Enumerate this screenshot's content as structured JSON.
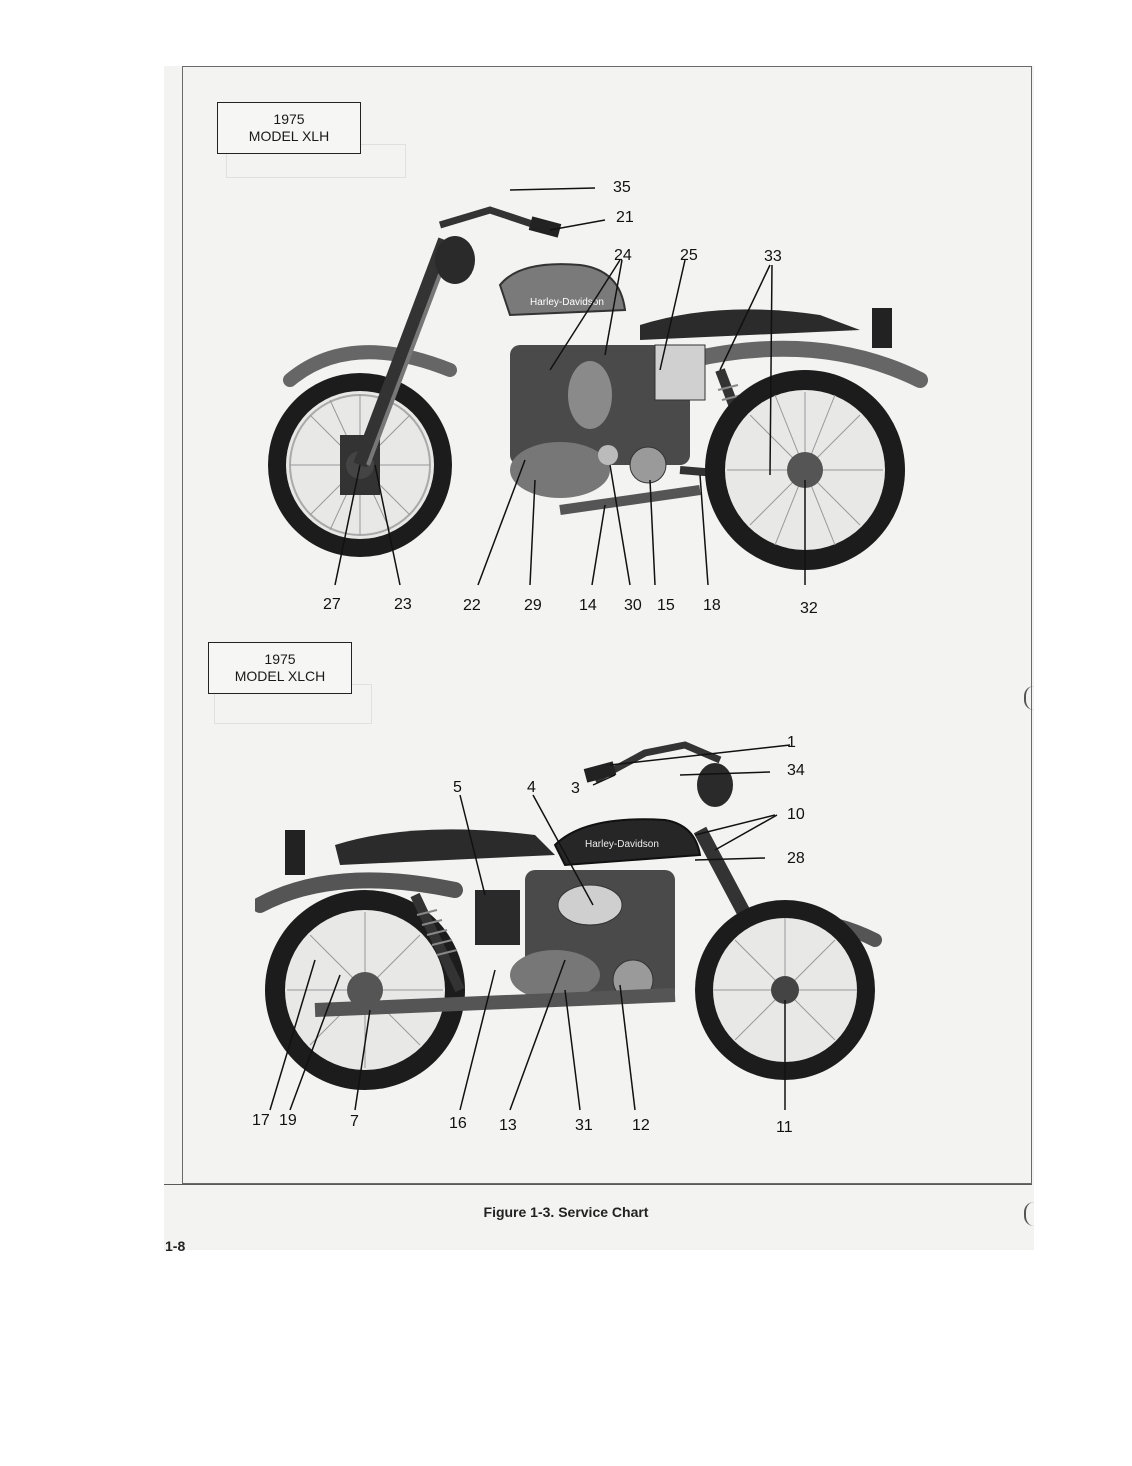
{
  "figure": {
    "caption": "Figure 1-3.  Service Chart",
    "page_number": "1-8"
  },
  "top_model": {
    "year": "1975",
    "name": "MODEL XLH",
    "callouts": {
      "c35": "35",
      "c21": "21",
      "c24": "24",
      "c25": "25",
      "c33": "33",
      "c27": "27",
      "c23": "23",
      "c22": "22",
      "c29": "29",
      "c14": "14",
      "c30": "30",
      "c15": "15",
      "c18": "18",
      "c32": "32"
    }
  },
  "bottom_model": {
    "year": "1975",
    "name": "MODEL XLCH",
    "callouts": {
      "c1": "1",
      "c34": "34",
      "c3": "3",
      "c5": "5",
      "c4": "4",
      "c10": "10",
      "c28": "28",
      "c17": "17",
      "c19": "19",
      "c7": "7",
      "c16": "16",
      "c13": "13",
      "c31": "31",
      "c12": "12",
      "c11": "11"
    }
  },
  "tank_logo": "Harley-Davidson",
  "icons": {
    "top": "motorcycle-photo-xlh",
    "bottom": "motorcycle-photo-xlch"
  }
}
